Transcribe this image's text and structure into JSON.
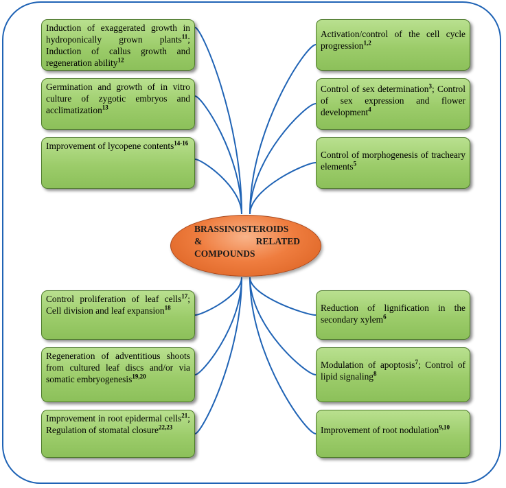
{
  "center": {
    "line1": "BRASSINOSTEROIDS",
    "line2": "&",
    "line2b": "RELATED",
    "line3": "COMPOUNDS"
  },
  "left": [
    {
      "pre": "Induction of exaggerated growth in hydroponically grown plants",
      "sup1": "11",
      "mid": "; Induction of callus growth and regeneration ability",
      "sup2": "12",
      "post": ""
    },
    {
      "pre": "Germination and growth of in vitro culture of zygotic embryos and acclimatization",
      "sup1": "13",
      "mid": "",
      "sup2": "",
      "post": ""
    },
    {
      "pre": "Improvement of lycopene contents",
      "sup1": "14-16",
      "mid": "",
      "sup2": "",
      "post": ""
    },
    {
      "pre": "Control proliferation of leaf cells",
      "sup1": "17",
      "mid": "; Cell division and leaf expansion",
      "sup2": "18",
      "post": ""
    },
    {
      "pre": "Regeneration of adventitious shoots from cultured leaf discs and/or via somatic embryogenesis",
      "sup1": "19,20",
      "mid": "",
      "sup2": "",
      "post": ""
    },
    {
      "pre": "Improvement in root epidermal cells",
      "sup1": "21",
      "mid": "; Regulation of stomatal closure",
      "sup2": "22,23",
      "post": ""
    }
  ],
  "right": [
    {
      "pre": "Activation/control of the cell cycle progression",
      "sup1": "1,2",
      "mid": "",
      "sup2": "",
      "post": ""
    },
    {
      "pre": "Control of sex determination",
      "sup1": "3",
      "mid": "; Control of sex expression and flower development",
      "sup2": "4",
      "post": ""
    },
    {
      "pre": "Control of morphogenesis of tracheary elements",
      "sup1": "5",
      "mid": "",
      "sup2": "",
      "post": ""
    },
    {
      "pre": "Reduction of lignification in the secondary xylem",
      "sup1": "6",
      "mid": "",
      "sup2": "",
      "post": ""
    },
    {
      "pre": "Modulation of apoptosis",
      "sup1": "7",
      "mid": "; Control of lipid signaling",
      "sup2": "8",
      "post": ""
    },
    {
      "pre": "Improvement of root nodulation",
      "sup1": "9,10",
      "mid": "",
      "sup2": "",
      "post": ""
    }
  ],
  "colors": {
    "frame": "#1f63b5",
    "connector": "#1f63b5",
    "box_fill": "#9ccc6a",
    "box_border": "#4d7a2a",
    "center_fill": "#ef7d3f"
  }
}
